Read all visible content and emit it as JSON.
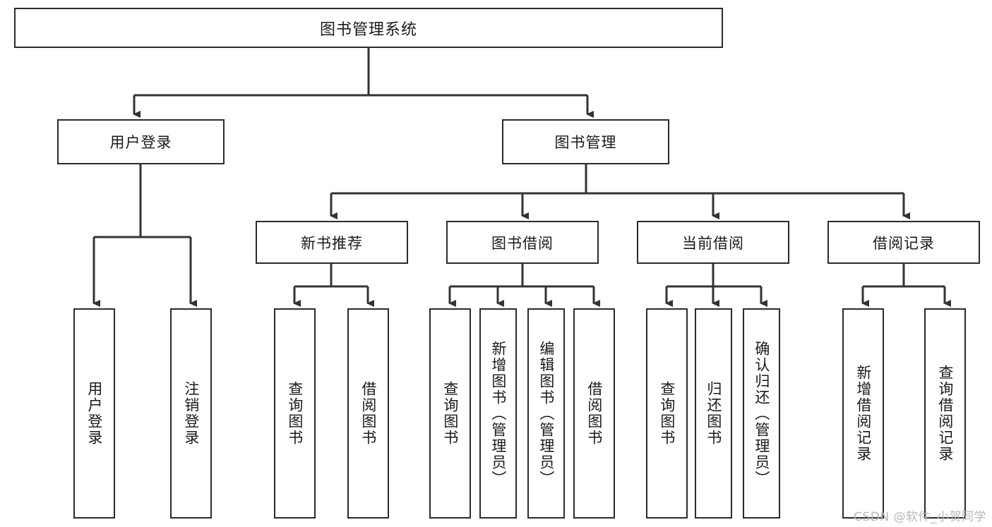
{
  "diagram": {
    "type": "tree-hierarchy-flowchart",
    "title": "图书管理系统",
    "style": {
      "box_border": "#2b2b2b",
      "box_fill": "#ffffff",
      "line_color": "#333333",
      "text_color": "#1a1a1a",
      "background": "#ffffff",
      "watermark_color": "#b8b8b8"
    },
    "root": {
      "label": "图书管理系统"
    },
    "level2": [
      {
        "label": "用户登录"
      },
      {
        "label": "图书管理"
      }
    ],
    "level3": [
      {
        "label": "新书推荐"
      },
      {
        "label": "图书借阅"
      },
      {
        "label": "当前借阅"
      },
      {
        "label": "借阅记录"
      }
    ],
    "leaves_user_login": [
      {
        "label": "用户登录"
      },
      {
        "label": "注销登录"
      }
    ],
    "leaves_new_books": [
      {
        "label": "查询图书"
      },
      {
        "label": "借阅图书"
      }
    ],
    "leaves_borrow": [
      {
        "label": "查询图书"
      },
      {
        "label": "新增图书（管理员）"
      },
      {
        "label": "编辑图书（管理员）"
      },
      {
        "label": "借阅图书"
      }
    ],
    "leaves_current": [
      {
        "label": "查询图书"
      },
      {
        "label": "归还图书"
      },
      {
        "label": "确认归还（管理员）"
      }
    ],
    "leaves_records": [
      {
        "label": "新增借阅记录"
      },
      {
        "label": "查询借阅记录"
      }
    ]
  },
  "watermark": {
    "text": "CSDN @软件_小贺同学"
  }
}
